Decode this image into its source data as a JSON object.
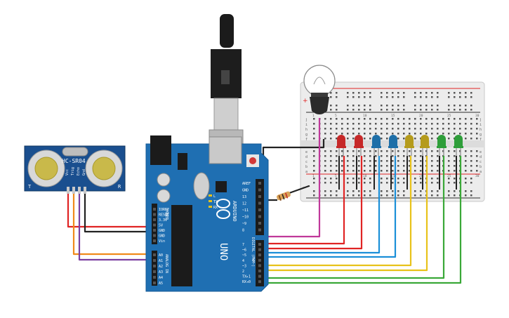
{
  "sensor": {
    "model": "HC-SR04",
    "pins": [
      "Vcc",
      "Trig",
      "Echo",
      "Gnd"
    ],
    "corner_left": "T",
    "corner_right": "R"
  },
  "arduino": {
    "brand": "ARDUINO",
    "model": "UNO",
    "power_header": [
      "IOREF",
      "RESET",
      "3.3V",
      "5V",
      "GND",
      "GND",
      "Vin"
    ],
    "power_title": "POWER",
    "analog_header": [
      "A0",
      "A1",
      "A2",
      "A3",
      "A4",
      "A5"
    ],
    "analog_title": "ANALOG IN",
    "digital_top": [
      "AREF",
      "GND",
      "13",
      "12",
      "~11",
      "~10",
      "~9",
      "8"
    ],
    "digital_bottom": [
      "7",
      "~6",
      "~5",
      "4",
      "~3",
      "2",
      "TX▸1",
      "RX◂0"
    ],
    "digital_title": "DIGITAL (PWM~)",
    "led_labels": [
      "L",
      "TX",
      "RX"
    ]
  },
  "breadboard": {
    "row_letters_top": [
      "j",
      "i",
      "h",
      "g",
      "f"
    ],
    "row_letters_bottom": [
      "e",
      "d",
      "c",
      "b",
      "a"
    ],
    "column_numbers": [
      "1",
      "5",
      "10",
      "15",
      "20",
      "25",
      "30"
    ],
    "rail_plus": "+",
    "rail_minus": "-"
  },
  "leds": [
    {
      "color": "#c62828"
    },
    {
      "color": "#c62828"
    },
    {
      "color": "#1e6fa8"
    },
    {
      "color": "#1e6fa8"
    },
    {
      "color": "#b59b1c"
    },
    {
      "color": "#b59b1c"
    },
    {
      "color": "#2e9e3a"
    },
    {
      "color": "#2e9e3a"
    }
  ],
  "colors": {
    "board": "#1f6fb2",
    "board_dark": "#17599a",
    "wire_red": "#e02424",
    "wire_black": "#222222",
    "wire_orange": "#f08a1a",
    "wire_purple": "#7b3fa0",
    "wire_magenta": "#c0389a",
    "wire_blue": "#1b8fd8",
    "wire_yellow": "#e8c21a",
    "wire_green": "#3aa838"
  }
}
